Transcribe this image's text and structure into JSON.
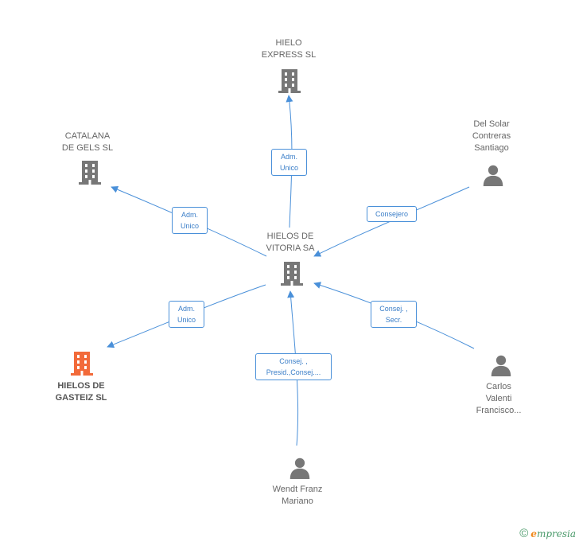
{
  "colors": {
    "edge": "#4a90d9",
    "icon": "#777777",
    "focus_icon": "#f26a3a",
    "label": "#666666"
  },
  "nodes": [
    {
      "id": "hielo-express",
      "type": "company",
      "lines": [
        "HIELO",
        "EXPRESS SL"
      ]
    },
    {
      "id": "catalana",
      "type": "company",
      "lines": [
        "CATALANA",
        "DE GELS SL"
      ]
    },
    {
      "id": "hielos-vitoria",
      "type": "company",
      "lines": [
        "HIELOS DE",
        "VITORIA SA"
      ]
    },
    {
      "id": "hielos-gasteiz",
      "type": "company",
      "focus": true,
      "lines": [
        "HIELOS DE",
        "GASTEIZ SL"
      ]
    },
    {
      "id": "del-solar",
      "type": "person",
      "lines": [
        "Del Solar",
        "Contreras",
        "Santiago"
      ]
    },
    {
      "id": "carlos",
      "type": "person",
      "lines": [
        "Carlos",
        "Valenti",
        "Francisco..."
      ]
    },
    {
      "id": "wendt",
      "type": "person",
      "lines": [
        "Wendt Franz",
        "Mariano"
      ]
    }
  ],
  "edges": [
    {
      "id": "e-express",
      "lines": [
        "Adm.",
        "Unico"
      ]
    },
    {
      "id": "e-catalana",
      "lines": [
        "Adm.",
        "Unico"
      ]
    },
    {
      "id": "e-gasteiz",
      "lines": [
        "Adm.",
        "Unico"
      ]
    },
    {
      "id": "e-delsolar",
      "lines": [
        "Consejero"
      ]
    },
    {
      "id": "e-carlos",
      "lines": [
        "Consej. ,",
        "Secr."
      ]
    },
    {
      "id": "e-wendt",
      "lines": [
        "Consej. ,",
        "Presid.,Consej...."
      ]
    }
  ],
  "brand": {
    "copyright": "©",
    "initial": "e",
    "rest": "mpresia"
  }
}
